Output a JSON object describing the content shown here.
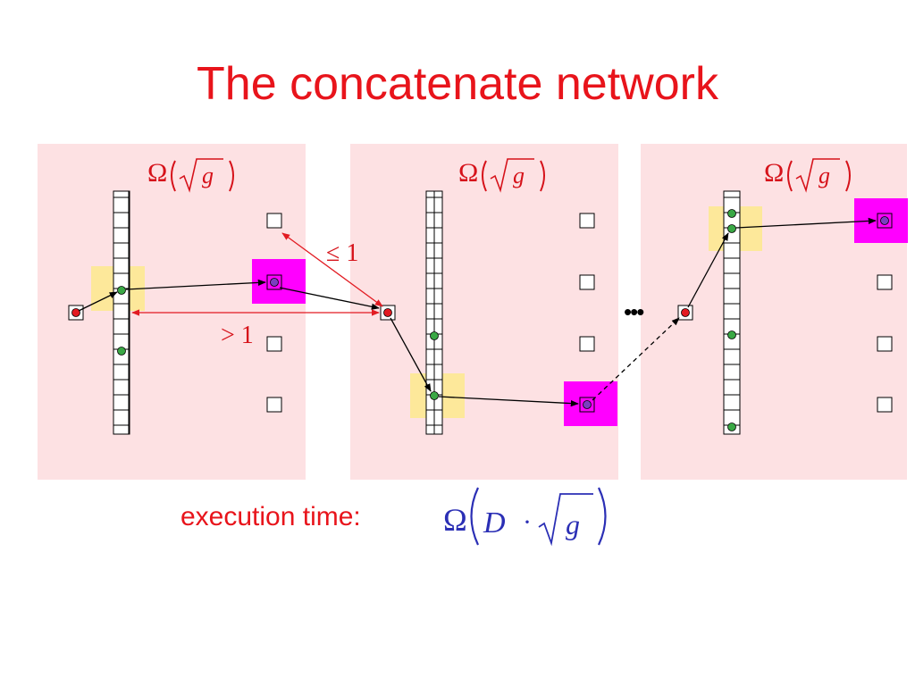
{
  "title": "The concatenate network",
  "panel_label": {
    "omega": "Ω",
    "var": "g"
  },
  "distance_labels": {
    "le": "≤ 1",
    "gt": "> 1"
  },
  "ellipsis": "•••",
  "execution": {
    "label": "execution time:",
    "omega": "Ω",
    "D": "D",
    "dot": "·",
    "var": "g"
  },
  "colors": {
    "panel": "#fde1e3",
    "highlight_yellow": "#fde89a",
    "highlight_magenta": "#ff00ff",
    "title": "#e8141b",
    "node_red": "#e21b22",
    "node_green": "#3aa845",
    "node_purple": "#7a3fbf",
    "formula_blue": "#2b2fb5"
  }
}
